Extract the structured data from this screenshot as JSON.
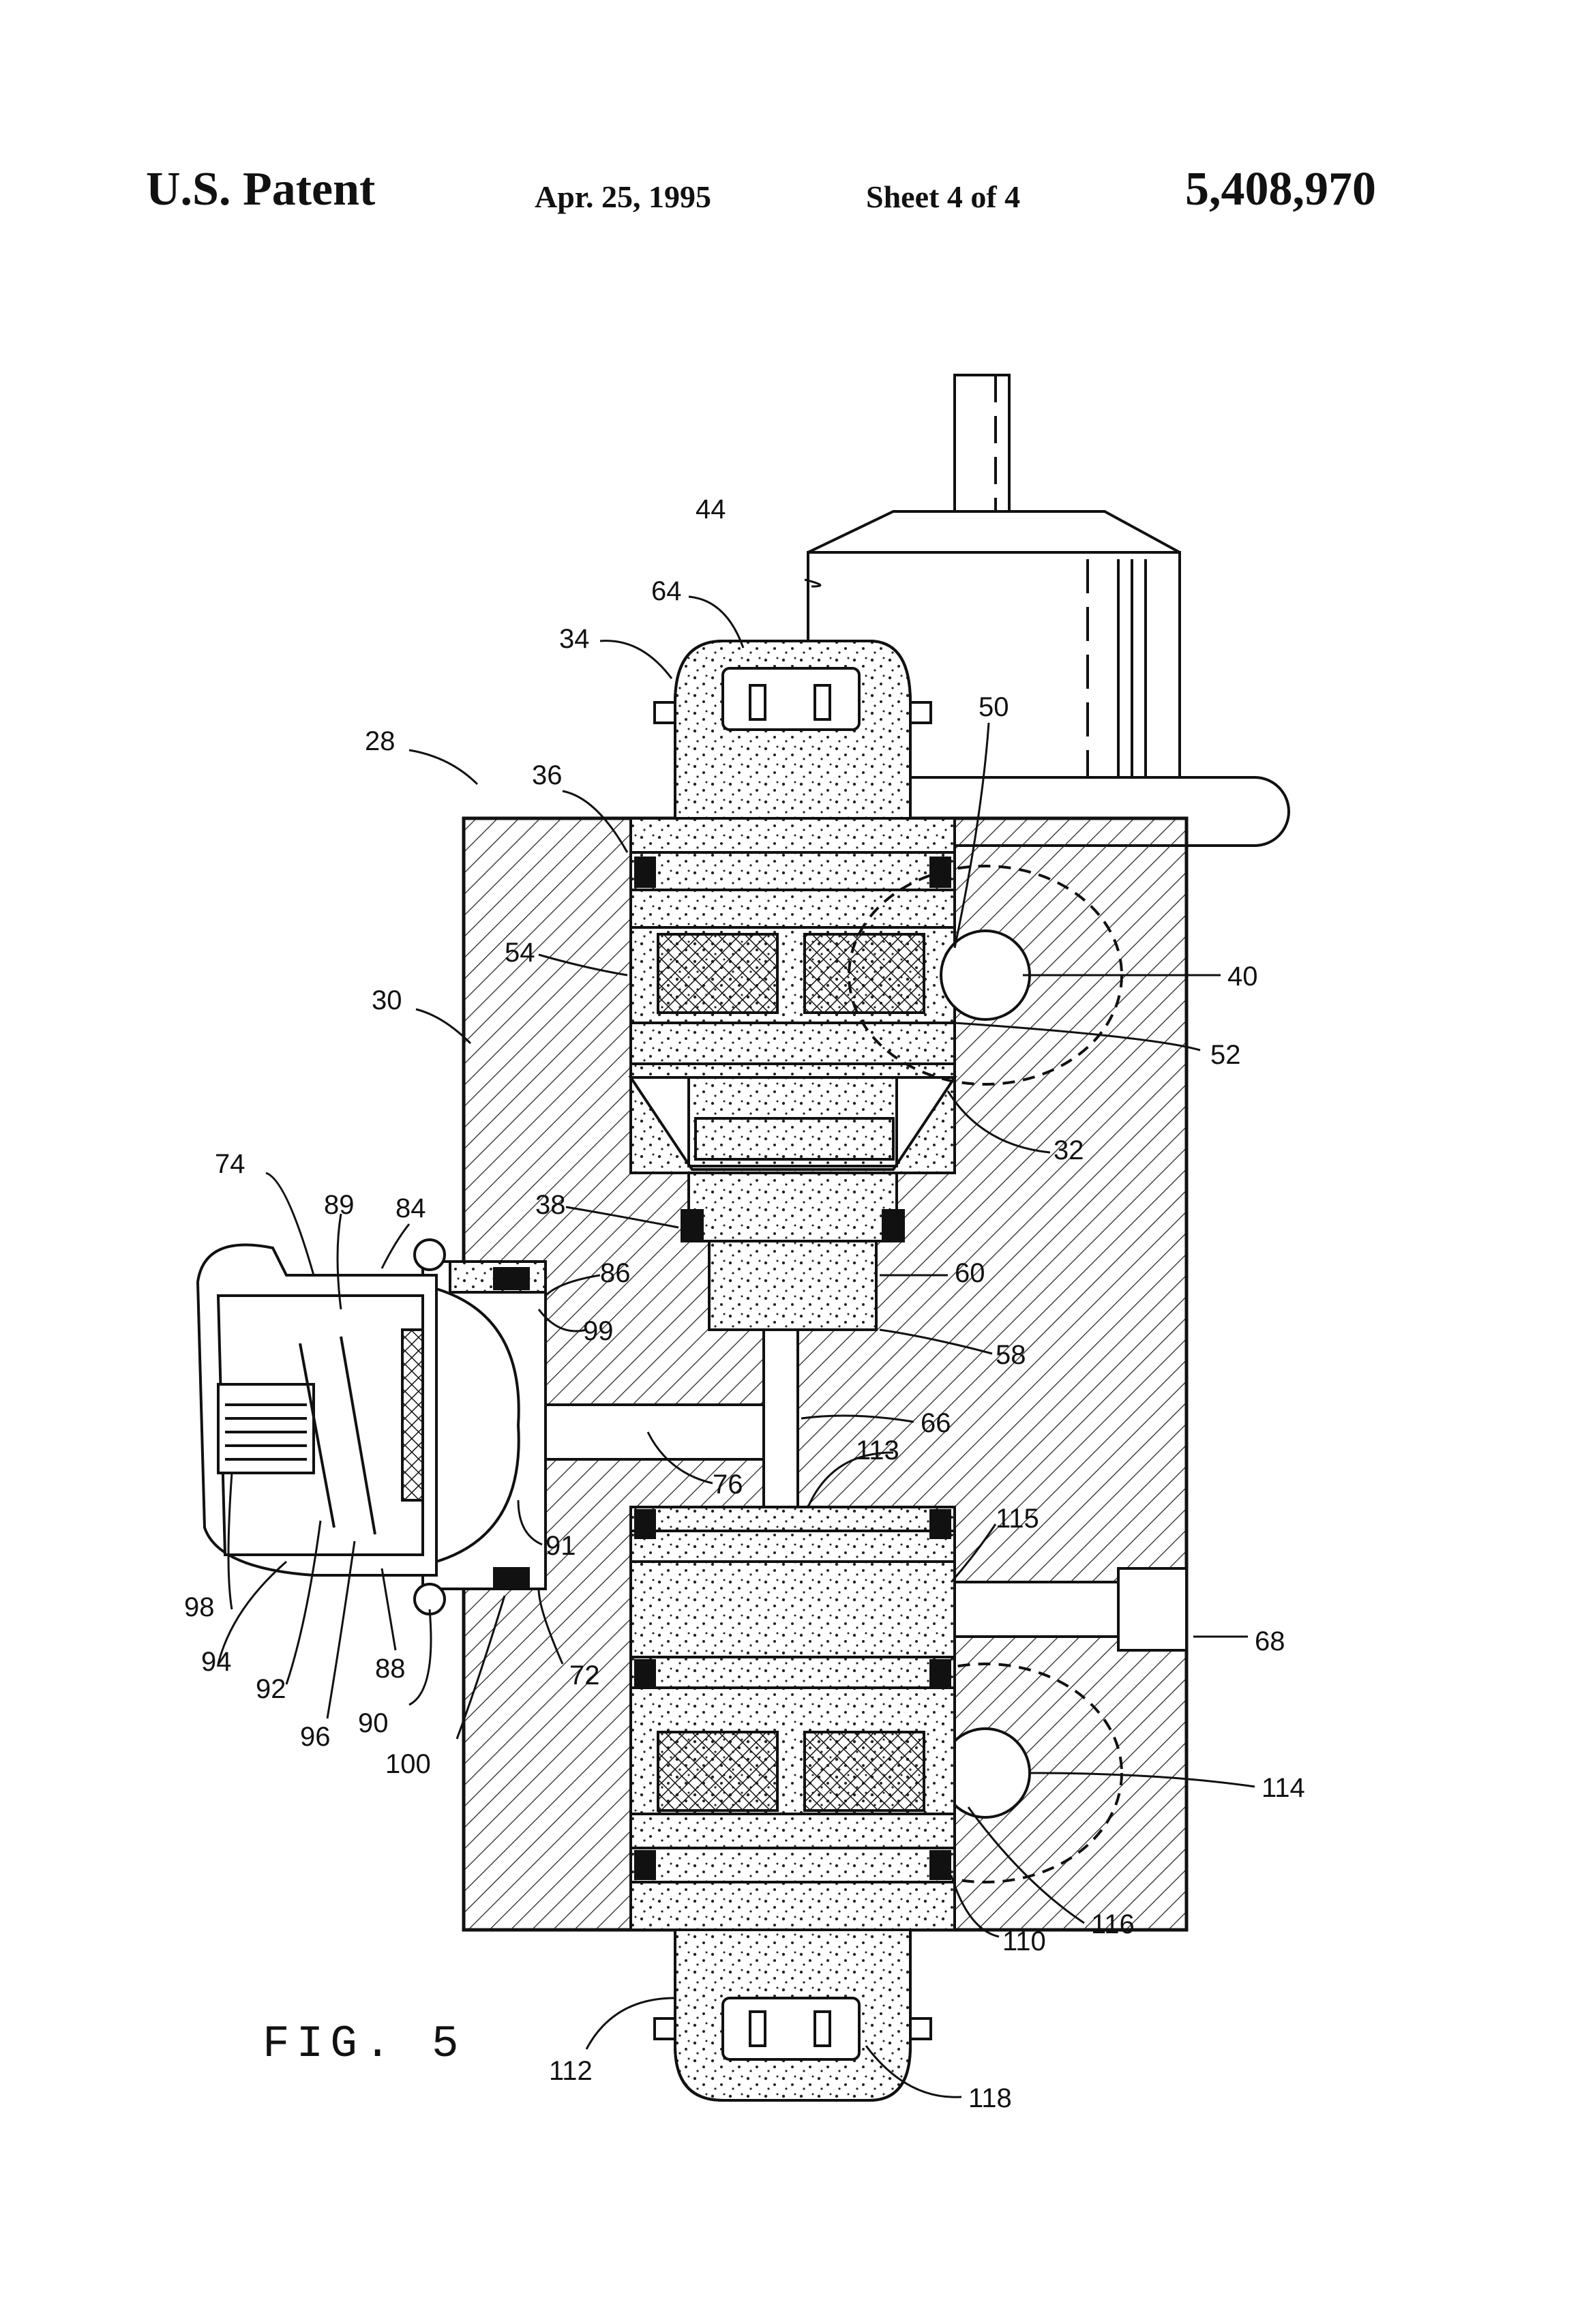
{
  "header": {
    "patent": "U.S. Patent",
    "date": "Apr. 25, 1995",
    "sheet": "Sheet 4 of 4",
    "number": "5,408,970"
  },
  "figure": {
    "title": "FIG. 5",
    "labels": [
      {
        "id": "28",
        "text": "28"
      },
      {
        "id": "30",
        "text": "30"
      },
      {
        "id": "32",
        "text": "32"
      },
      {
        "id": "34",
        "text": "34"
      },
      {
        "id": "36",
        "text": "36"
      },
      {
        "id": "38",
        "text": "38"
      },
      {
        "id": "40",
        "text": "40"
      },
      {
        "id": "44",
        "text": "44"
      },
      {
        "id": "50",
        "text": "50"
      },
      {
        "id": "52",
        "text": "52"
      },
      {
        "id": "54",
        "text": "54"
      },
      {
        "id": "58",
        "text": "58"
      },
      {
        "id": "60",
        "text": "60"
      },
      {
        "id": "64",
        "text": "64"
      },
      {
        "id": "66",
        "text": "66"
      },
      {
        "id": "68",
        "text": "68"
      },
      {
        "id": "72",
        "text": "72"
      },
      {
        "id": "74",
        "text": "74"
      },
      {
        "id": "76",
        "text": "76"
      },
      {
        "id": "84",
        "text": "84"
      },
      {
        "id": "86",
        "text": "86"
      },
      {
        "id": "88",
        "text": "88"
      },
      {
        "id": "89",
        "text": "89"
      },
      {
        "id": "90",
        "text": "90"
      },
      {
        "id": "91",
        "text": "91"
      },
      {
        "id": "92",
        "text": "92"
      },
      {
        "id": "94",
        "text": "94"
      },
      {
        "id": "96",
        "text": "96"
      },
      {
        "id": "98",
        "text": "98"
      },
      {
        "id": "99",
        "text": "99"
      },
      {
        "id": "100",
        "text": "100"
      },
      {
        "id": "110",
        "text": "110"
      },
      {
        "id": "112",
        "text": "112"
      },
      {
        "id": "113",
        "text": "113"
      },
      {
        "id": "114",
        "text": "114"
      },
      {
        "id": "115",
        "text": "115"
      },
      {
        "id": "116",
        "text": "116"
      },
      {
        "id": "118",
        "text": "118"
      }
    ]
  }
}
